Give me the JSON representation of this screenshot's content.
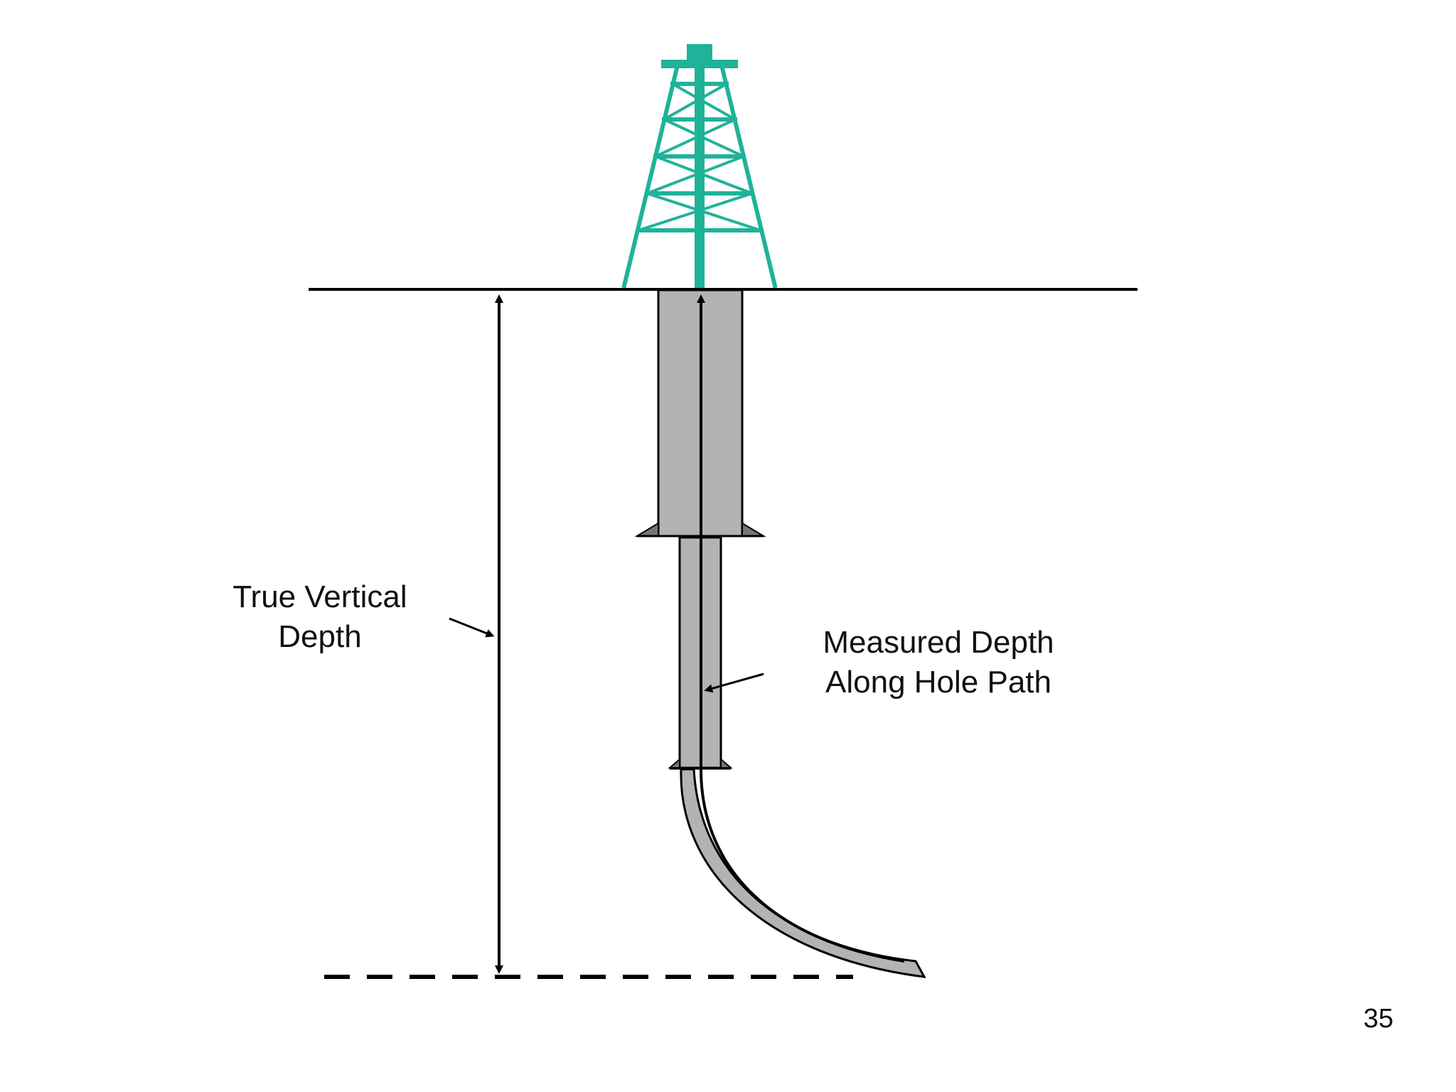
{
  "labels": {
    "true_vertical_depth": {
      "line1": "True Vertical",
      "line2": "Depth"
    },
    "measured_depth": {
      "line1": "Measured Depth",
      "line2": "Along Hole Path"
    }
  },
  "page_number": "35",
  "colors": {
    "derrick": "#1fb39a",
    "casing": "#b3b3b3",
    "line": "#000000",
    "background": "#ffffff"
  },
  "icons": {
    "rig": "oil-derrick-icon"
  }
}
